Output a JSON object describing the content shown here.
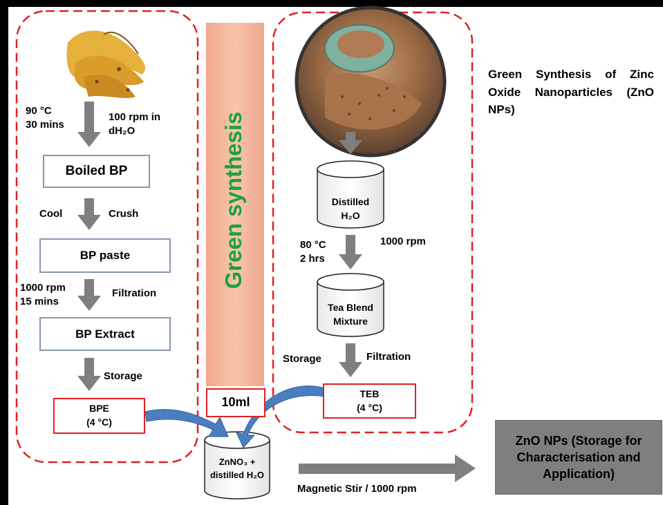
{
  "title": "Green Synthesis of Zinc Oxide Nanoparticles (ZnO NPs)",
  "center_column": {
    "label": "Green synthesis",
    "volume": "10ml"
  },
  "left": {
    "step1_left": [
      "90 °C",
      "30 mins"
    ],
    "step1_right": [
      "100 rpm in",
      "dH₂O"
    ],
    "box1": "Boiled BP",
    "step2_left": "Cool",
    "step2_right": "Crush",
    "box2": "BP paste",
    "step3_left": [
      "1000 rpm",
      "15 mins"
    ],
    "step3_right": "Filtration",
    "box3": "BP Extract",
    "step4_right": "Storage",
    "final": [
      "BPE",
      "(4 °C)"
    ]
  },
  "right": {
    "cyl1": [
      "Distilled",
      "H₂O"
    ],
    "step1_left": [
      "80 °C",
      "2 hrs"
    ],
    "step1_right": "1000 rpm",
    "cyl2": [
      "Tea Blend",
      "Mixture"
    ],
    "step2_left": "Storage",
    "step2_right": "Filtration",
    "final": [
      "TEB",
      "(4 °C)"
    ]
  },
  "bottom": {
    "beaker": [
      "ZnNO₃ +",
      "distilled H₂O"
    ],
    "process": "Magnetic Stir / 1000 rpm",
    "output": "ZnO NPs (Storage for Characterisation and Application)"
  },
  "colors": {
    "dashed_border": "#e02020",
    "column_fill": "#f4b49c",
    "column_text": "#1aa33b",
    "arrow": "#7f7f7f",
    "curved_arrow": "#4a7ec0",
    "output_fill": "#7f7f7f"
  },
  "icons": [
    "banana-image",
    "tea-bowl-image"
  ]
}
